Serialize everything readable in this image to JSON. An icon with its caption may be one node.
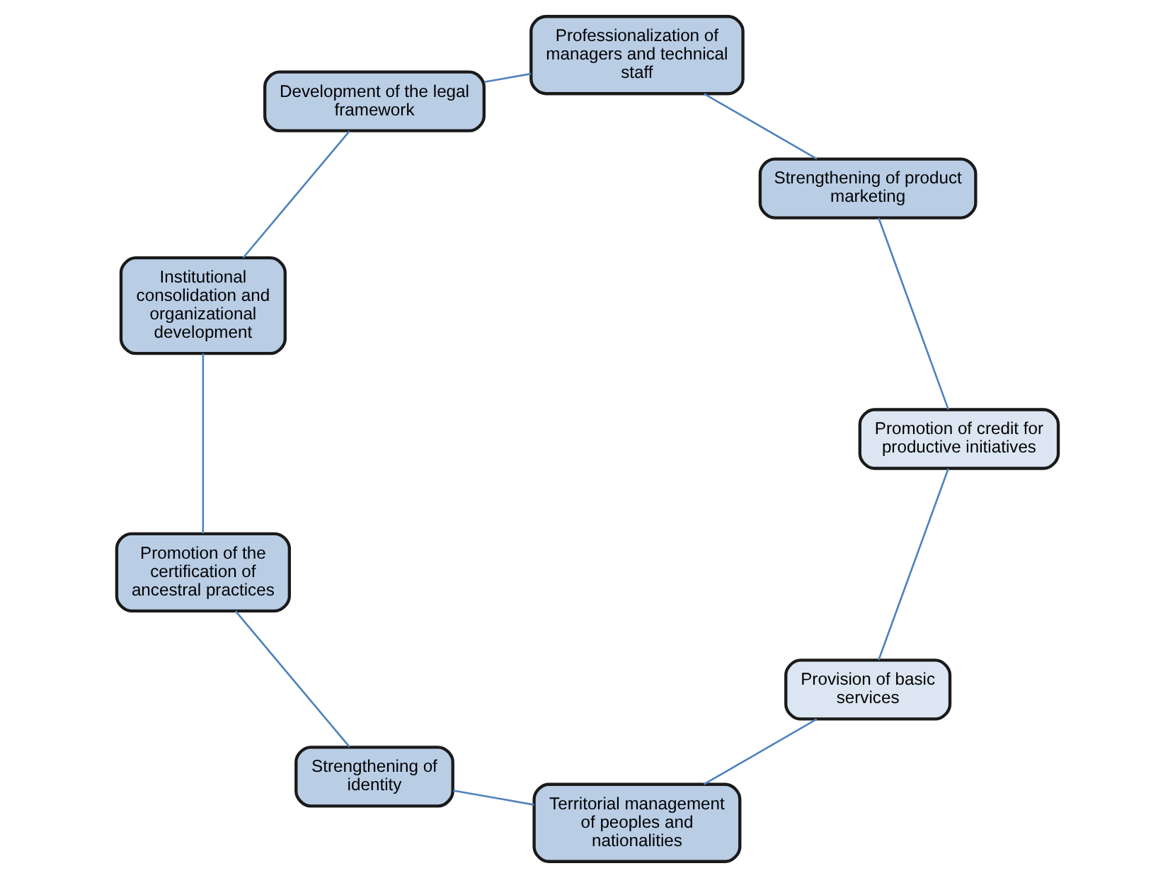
{
  "diagram": {
    "nodes": [
      {
        "text": [
          "Provision of basic services"
        ]
      },
      {
        "text": [
          "Territorial management of peoples and nationalities"
        ]
      },
      {
        "text": [
          "Strengthening of identity"
        ]
      },
      {
        "text": [
          "Promotion of the certification of ancestral practices"
        ]
      },
      {
        "text": [
          "Institutional consolidation and organizational development"
        ]
      },
      {
        "text": [
          "Development of the legal framework"
        ]
      },
      {
        "text": [
          "Professionalization of managers and technical staff"
        ]
      },
      {
        "text": [
          "Strengthening of product marketing"
        ]
      },
      {
        "text": [
          "Promotion of credit for productive initiatives"
        ]
      }
    ],
    "edges": [
      {
        "from": 0,
        "to": 1,
        "arrow": "none"
      },
      {
        "from": 1,
        "to": 2,
        "arrow": "none"
      },
      {
        "from": 2,
        "to": 3,
        "arrow": "none"
      },
      {
        "from": 3,
        "to": 4,
        "arrow": "none"
      },
      {
        "from": 4,
        "to": 5,
        "arrow": "none"
      },
      {
        "from": 5,
        "to": 6,
        "arrow": "none"
      },
      {
        "from": 6,
        "to": 7,
        "arrow": "none"
      },
      {
        "from": 7,
        "to": 8,
        "arrow": "none"
      },
      {
        "from": 8,
        "to": 0,
        "arrow": "none"
      }
    ]
  }
}
